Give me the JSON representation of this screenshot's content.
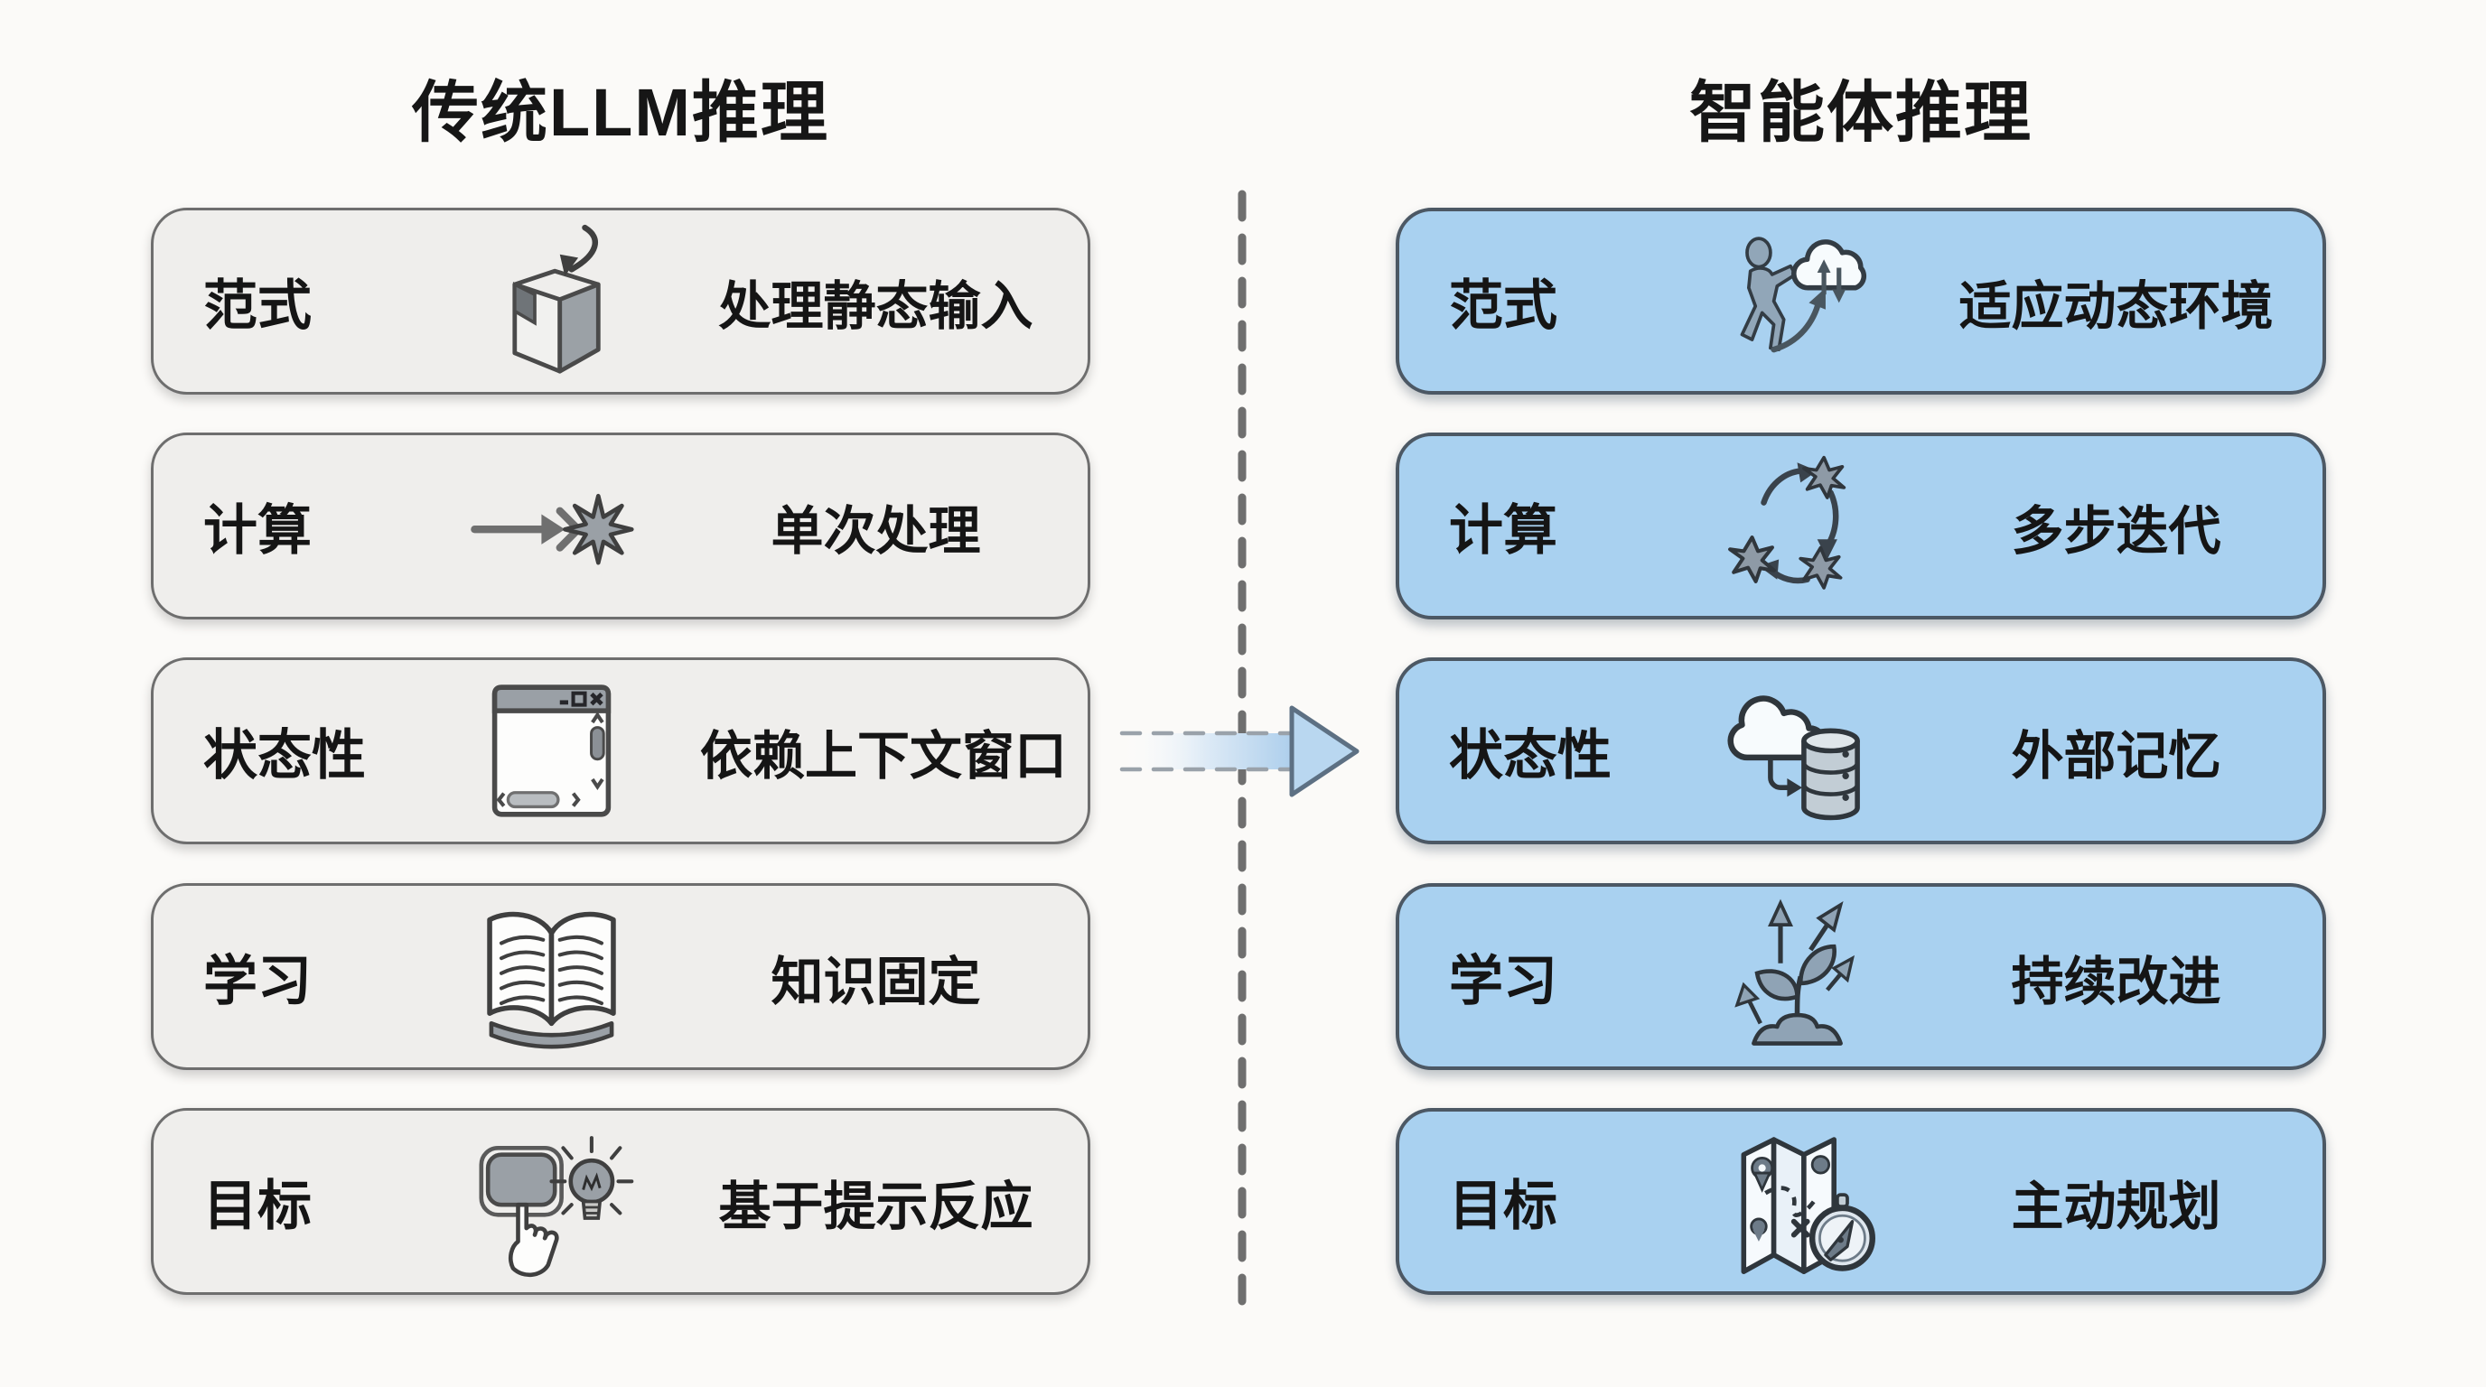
{
  "page": {
    "background": "#fbfaf8"
  },
  "left_panel": {
    "title": "传统LLM推理",
    "style": {
      "box_fill": "#efeeec",
      "box_border": "#6e6e6e"
    },
    "rows": [
      {
        "label": "范式",
        "icon": "package-receive-icon",
        "description": "处理静态输入"
      },
      {
        "label": "计算",
        "icon": "single-pass-arrow-burst-icon",
        "description": "单次处理"
      },
      {
        "label": "状态性",
        "icon": "context-window-icon",
        "description": "依赖上下文窗口"
      },
      {
        "label": "学习",
        "icon": "open-book-icon",
        "description": "知识固定"
      },
      {
        "label": "目标",
        "icon": "prompt-press-lightbulb-icon",
        "description": "基于提示反应"
      }
    ]
  },
  "right_panel": {
    "title": "智能体推理",
    "style": {
      "box_fill": "#a9d1f0",
      "box_border": "#4c5864"
    },
    "rows": [
      {
        "label": "范式",
        "icon": "agent-dynamic-environment-icon",
        "description": "适应动态环境"
      },
      {
        "label": "计算",
        "icon": "multi-step-cycle-icon",
        "description": "多步迭代"
      },
      {
        "label": "状态性",
        "icon": "cloud-database-icon",
        "description": "外部记忆"
      },
      {
        "label": "学习",
        "icon": "growth-sprout-icon",
        "description": "持续改进"
      },
      {
        "label": "目标",
        "icon": "map-compass-icon",
        "description": "主动规划"
      }
    ]
  },
  "divider": {
    "style": "dashed",
    "color": "#6f6f6f"
  },
  "transition_arrow": {
    "direction": "right",
    "fill": "#aecfec",
    "outline": "#5d7083"
  }
}
